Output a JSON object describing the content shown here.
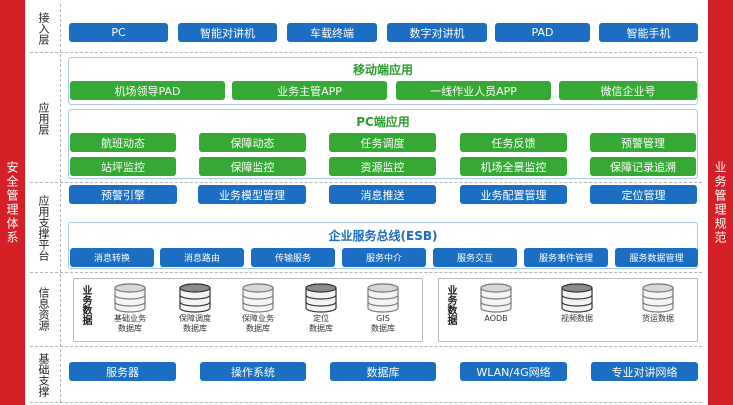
{
  "left_sidebar": "安全管理体系",
  "right_sidebar": "业务管理规范",
  "layers": {
    "access": "接入层",
    "app": "应用层",
    "support_platform": "应用支撑平台",
    "info_resources": "信息资源",
    "infrastructure": "基础支撑"
  },
  "access_layer": [
    "PC",
    "智能对讲机",
    "车载终端",
    "数字对讲机",
    "PAD",
    "智能手机"
  ],
  "mobile_apps": {
    "title": "移动端应用",
    "items": [
      "机场领导PAD",
      "业务主管APP",
      "一线作业人员APP",
      "微信企业号"
    ]
  },
  "pc_apps": {
    "title": "PC端应用",
    "row1": [
      "航班动态",
      "保障动态",
      "任务调度",
      "任务反馈",
      "预警管理"
    ],
    "row2": [
      "站坪监控",
      "保障监控",
      "资源监控",
      "机场全景监控",
      "保障记录追溯"
    ]
  },
  "support_row": [
    "预警引擎",
    "业务模型管理",
    "消息推送",
    "业务配置管理",
    "定位管理"
  ],
  "esb": {
    "title": "企业服务总线(ESB)",
    "items": [
      "消息转换",
      "消息路由",
      "传输服务",
      "服务中介",
      "服务交互",
      "服务事件管理",
      "服务数据管理"
    ]
  },
  "business_data": {
    "label": "业务数据",
    "dbs": [
      [
        "基础业务",
        "数据库"
      ],
      [
        "保障调度",
        "数据库"
      ],
      [
        "保障业务",
        "数据库"
      ],
      [
        "定位",
        "数据库"
      ],
      [
        "GIS",
        "数据库"
      ]
    ]
  },
  "service_data": {
    "label": "业务数据",
    "dbs": [
      "AODB",
      "视频数据",
      "货运数据"
    ]
  },
  "infrastructure": [
    "服务器",
    "操作系统",
    "数据库",
    "WLAN/4G网络",
    "专业对讲网络"
  ],
  "colors": {
    "sidebar": "#d41f26",
    "blue": "#1b6ec2",
    "green": "#35a933"
  }
}
